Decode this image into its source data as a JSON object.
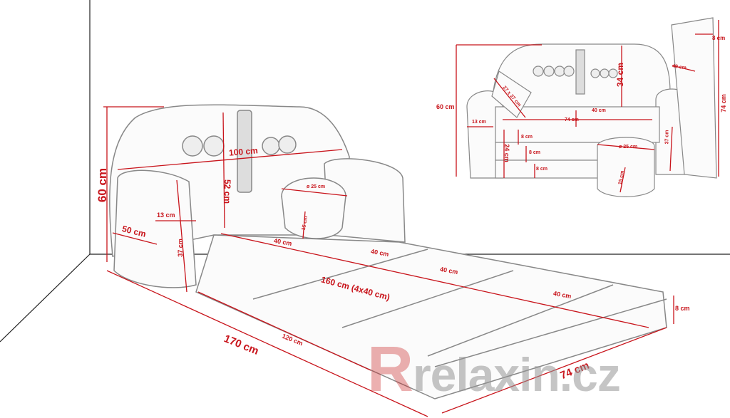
{
  "main_view": {
    "height": "60 cm",
    "backrest_width": "100 cm",
    "backrest_height": "52 cm",
    "armrest_width": "13 cm",
    "depth": "50 cm",
    "armrest_height": "37 cm",
    "pouf_diameter": "ø 25 cm",
    "pouf_height": "15 cm",
    "segment_1": "40 cm",
    "segment_2": "40 cm",
    "segment_3": "40 cm",
    "segment_4": "40 cm",
    "bed_length": "160 cm (4x40 cm)",
    "inner_length": "120 cm",
    "total_length": "170 cm",
    "mattress_width": "74 cm",
    "mattress_thickness": "8 cm"
  },
  "inset_view": {
    "height": "60 cm",
    "mattress_length": "74 cm",
    "mattress_thickness": "8 cm",
    "segment_width": "40 cm",
    "backrest_height": "34 cm",
    "pillow_size": "27 x 27 cm",
    "seat_depth": "40 cm",
    "seat_width": "74 cm",
    "armrest_width": "13 cm",
    "layer_1": "8 cm",
    "seat_height": "24 cm",
    "layer_2": "8 cm",
    "layer_3": "8 cm",
    "pouf_diameter": "ø 25 cm",
    "armrest_height": "37 cm",
    "pouf_height": "15 cm"
  },
  "watermark": {
    "brand": "relaxin.cz",
    "logo_letter": "R"
  },
  "colors": {
    "dimension": "#c8141b",
    "outline": "#777777"
  }
}
